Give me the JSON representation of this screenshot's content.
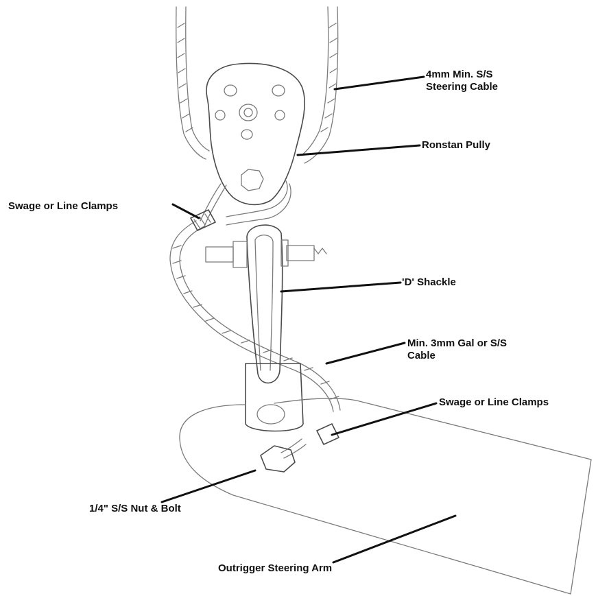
{
  "labels": {
    "steering_cable": [
      "4mm Min. S/S",
      "Steering Cable"
    ],
    "pulley": "Ronstan Pully",
    "swage_upper": "Swage or Line Clamps",
    "shackle": "'D' Shackle",
    "gal_cable": [
      "Min. 3mm Gal or S/S",
      "Cable"
    ],
    "swage_lower": "Swage or Line Clamps",
    "nut_bolt": "1/4\" S/S Nut & Bolt",
    "steering_arm": "Outrigger Steering Arm"
  },
  "colors": {
    "pencil": "#7a7a7a",
    "ink": "#111111"
  }
}
